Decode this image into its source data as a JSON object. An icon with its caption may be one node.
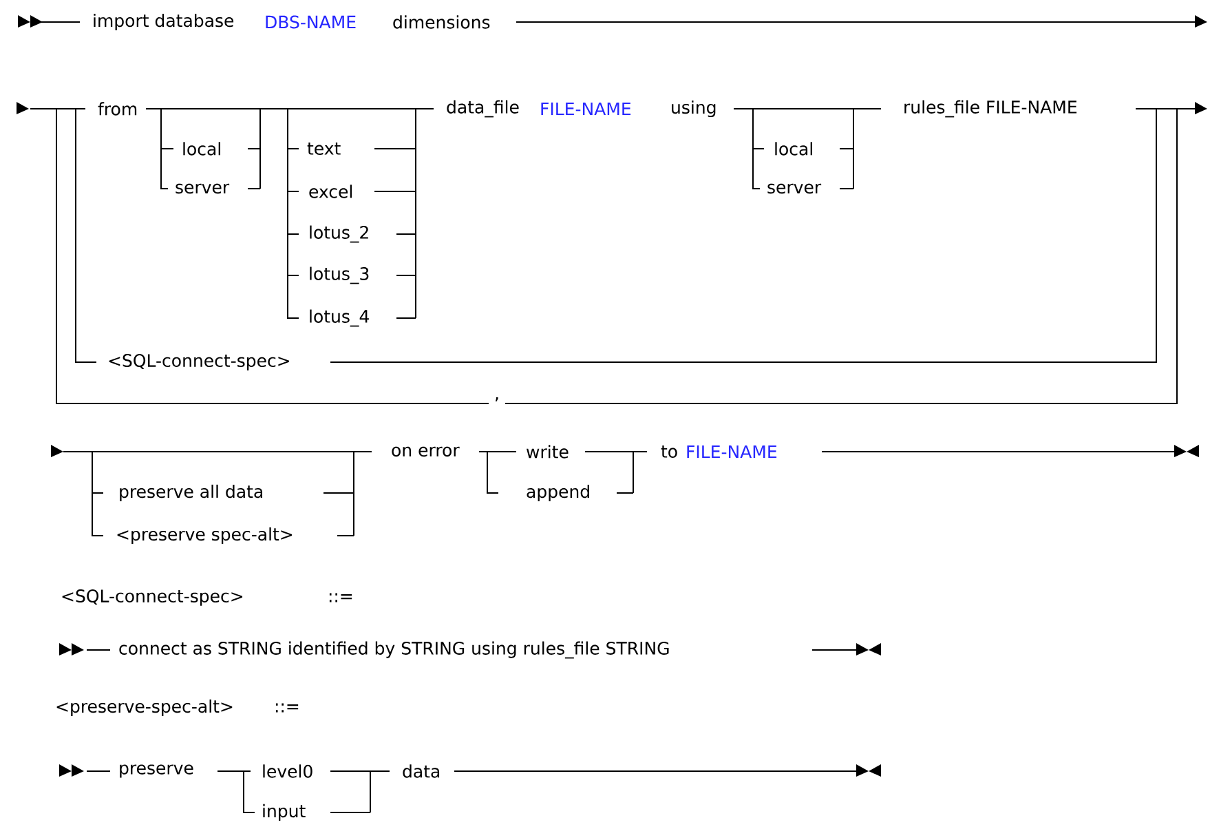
{
  "diagram": {
    "labels": [
      "import database",
      "DBS-NAME",
      "dimensions",
      "from",
      "data_file",
      "FILE-NAME",
      "using",
      "rules_file FILE-NAME",
      "local",
      "text",
      "local",
      "server",
      "excel",
      "server",
      "lotus_2",
      "lotus_3",
      "lotus_4",
      "<SQL-connect-spec>",
      ",",
      "on error",
      "write",
      "to",
      "FILE-NAME",
      "preserve all data",
      "append",
      "<preserve spec-alt>",
      "<SQL-connect-spec>",
      "::=",
      "connect as STRING identified by STRING using rules_file STRING",
      "<preserve-spec-alt>",
      "::=",
      "preserve",
      "level0",
      "data",
      "input"
    ]
  }
}
